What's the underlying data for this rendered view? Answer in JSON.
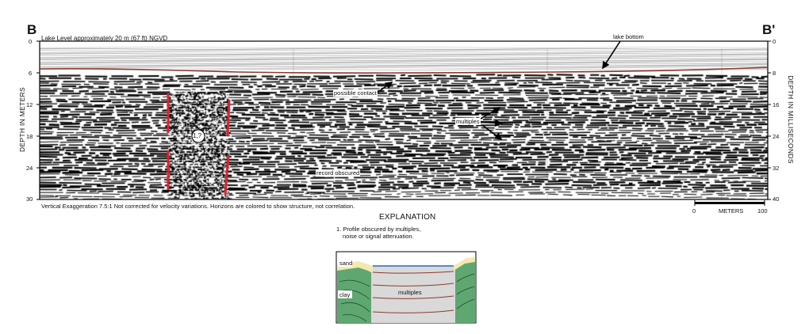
{
  "profile": {
    "left_label": "B",
    "right_label": "B'",
    "lake_level_note": "Lake Level   approximately 20 m (67 ft) NGVD",
    "left_axis_title": "DEPTH IN METERS",
    "right_axis_title": "DEPTH IN MILLISECONDS",
    "left_ticks": [
      "0",
      "6",
      "12",
      "18",
      "24",
      "30"
    ],
    "right_ticks": [
      "0",
      "8",
      "16",
      "24",
      "32",
      "40"
    ],
    "annotations": {
      "lake_bottom": "lake bottom",
      "possible_contact": "possible contact",
      "multiples": "multiples",
      "record_obscured": "record obscured",
      "zone_marker": "1,?"
    },
    "footer_note": "Vertical Exaggeration 7.5:1     Not corrected for velocity variations.     Horizons are colored to show structure, not correlation.",
    "scale_bar": {
      "start": "0",
      "unit": "METERS",
      "end": "100",
      "length_m": 100
    },
    "colors": {
      "lake_bottom": "#8b3a2e",
      "fault_marker": "#e0202a"
    }
  },
  "explanation": {
    "title": "EXPLANATION",
    "item_1": "1. Profile obscured by multiples,",
    "item_1_cont": "noise or signal attenuation.",
    "diagram_labels": {
      "sand": "sand",
      "clay": "clay",
      "multiples": "multiples"
    },
    "colors": {
      "clay_fill": "#5fa770",
      "sand_fill": "#f2e9b0",
      "water_fill": "#d9d9d9",
      "horizon": "#8b3a2e"
    }
  }
}
